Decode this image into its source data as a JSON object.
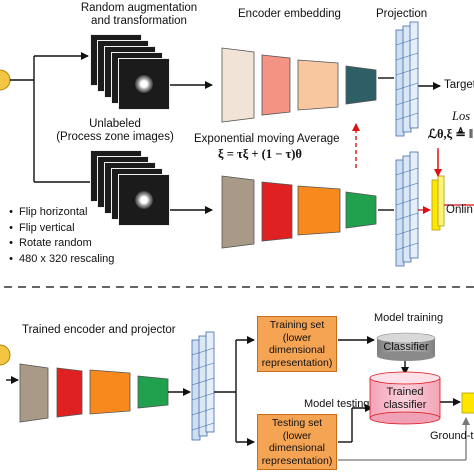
{
  "title_aug": "Random augmentation\nand transformation",
  "title_enc": "Encoder embedding",
  "title_proj": "Projection",
  "target_label": "Target n",
  "unlabeled": "Unlabeled\n(Process zone images)",
  "ema_title": "Exponential moving Average",
  "ema_formula": "ξ = τξ + (1 − τ)θ",
  "loss_label": "Los",
  "loss_formula": "ℒθ,ξ ≜ ‖",
  "online_label": "Onlin",
  "bullets": [
    "Flip horizontal",
    "Flip vertical",
    "Rotate random",
    "480 x 320 rescaling"
  ],
  "trained_label": "Trained encoder and projector",
  "model_training": "Model training",
  "model_testing": "Model testing",
  "training_set": "Training set\n(lower\ndimensional\nrepresentation)",
  "testing_set": "Testing set\n(lower\ndimensional\nrepresentation)",
  "classifier": "Classifier",
  "trained_classifier": "Trained\nclassifier",
  "ground_truth": "Ground-t",
  "colors": {
    "pale_beige": "#f1e4d6",
    "pink": "#f29384",
    "peach": "#f8c7a0",
    "teal": "#2f5f66",
    "taupe": "#a99a88",
    "red": "#e02121",
    "orange": "#f8891d",
    "green": "#21a04e",
    "proj_blue": "#cfdff0",
    "yellow": "#ffe600",
    "orange_box": "#f5a454",
    "cyl_pink": "#f7b8c9",
    "cyl_gray": "#9a9a9a"
  }
}
